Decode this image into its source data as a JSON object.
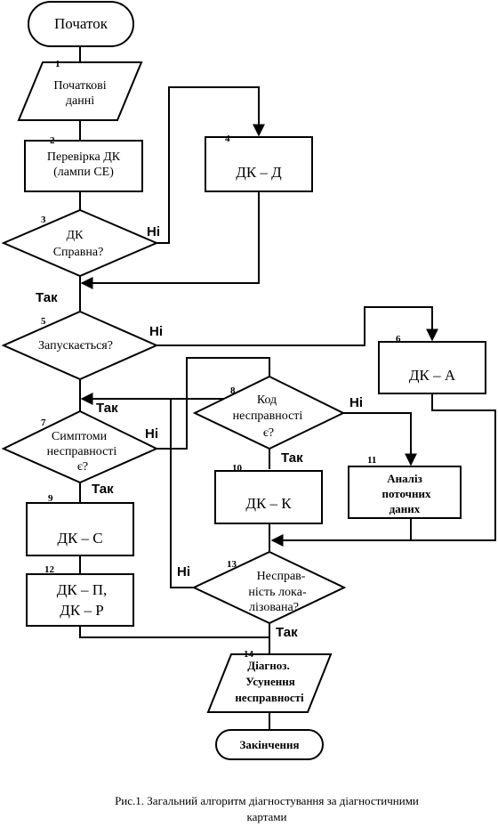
{
  "diagram": {
    "start": "Початок",
    "end": "Закінчення",
    "blocks": {
      "b1": {
        "num": "1",
        "lines": [
          "Початкові",
          "данні"
        ]
      },
      "b2": {
        "num": "2",
        "lines": [
          "Перевірка ДК",
          "(лампи СЕ)"
        ]
      },
      "b3": {
        "num": "3",
        "lines": [
          "ДК",
          "Справна?"
        ]
      },
      "b4": {
        "num": "4",
        "lines": [
          "ДК – Д"
        ]
      },
      "b5": {
        "num": "5",
        "lines": [
          "Запускається?"
        ]
      },
      "b6": {
        "num": "6",
        "lines": [
          "ДК – А"
        ]
      },
      "b7": {
        "num": "7",
        "lines": [
          "Симптоми",
          "несправності",
          "є?"
        ]
      },
      "b8": {
        "num": "8",
        "lines": [
          "Код",
          "несправності",
          "є?"
        ]
      },
      "b9": {
        "num": "9",
        "lines": [
          "ДК – С"
        ]
      },
      "b10": {
        "num": "10",
        "lines": [
          "ДК – К"
        ]
      },
      "b11": {
        "num": "11",
        "lines": [
          "Аналіз",
          "поточних",
          "даних"
        ]
      },
      "b12": {
        "num": "12",
        "lines": [
          "ДК – П,",
          "ДК – Р"
        ]
      },
      "b13": {
        "num": "13",
        "lines": [
          "Несправ-",
          "ність локa-",
          "лізована?"
        ]
      },
      "b14": {
        "num": "14",
        "lines": [
          "Діагноз.",
          "Усунення",
          "несправності"
        ]
      }
    },
    "labels": {
      "yes": "Так",
      "no": "Ні"
    }
  },
  "caption": {
    "line1": "Рис.1. Загальний алгоритм діагностування за діагностичними",
    "line2": "картами"
  }
}
